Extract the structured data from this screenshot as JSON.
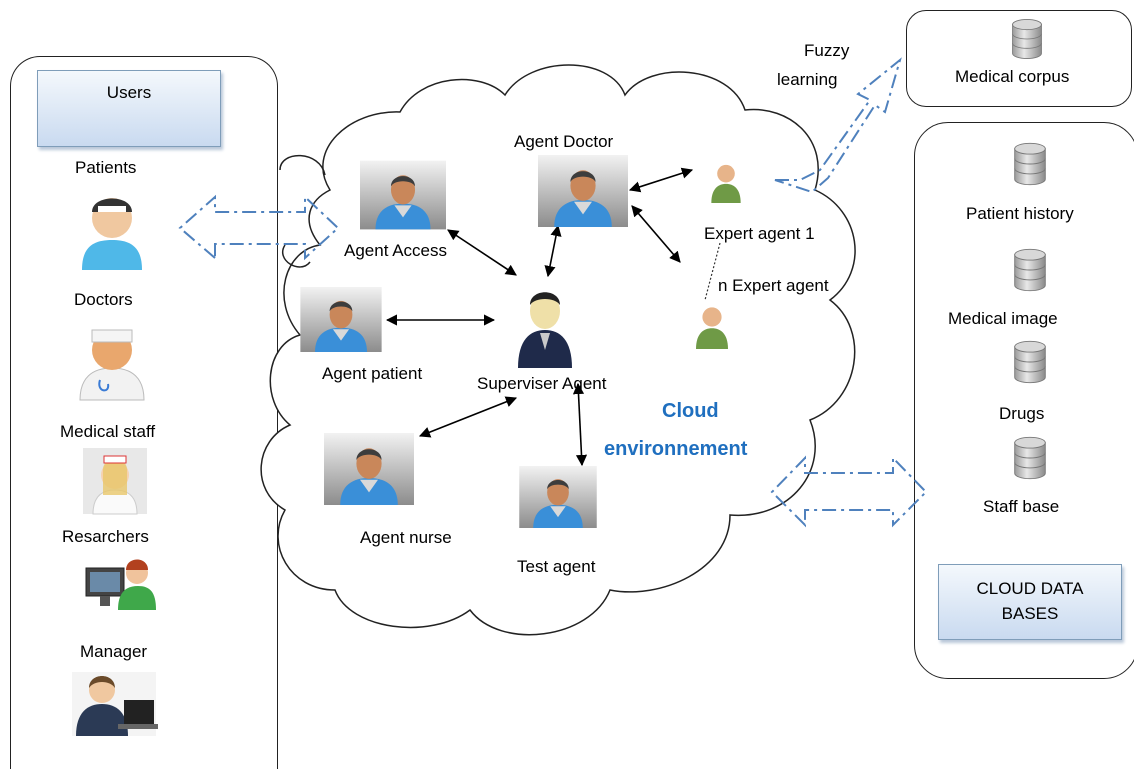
{
  "users_panel": {
    "header": "Users",
    "groups": [
      {
        "label": "Patients",
        "icon": "patient-icon"
      },
      {
        "label": "Doctors",
        "icon": "doctor-icon"
      },
      {
        "label": "Medical staff",
        "icon": "nurse-icon"
      },
      {
        "label": "Resarchers",
        "icon": "researcher-icon"
      },
      {
        "label": "Manager",
        "icon": "manager-icon"
      }
    ]
  },
  "cloud": {
    "title_line1": "Cloud",
    "title_line2": "environnement",
    "agents": {
      "doctor": "Agent Doctor",
      "access": "Agent Access",
      "patient": "Agent patient",
      "nurse": "Agent nurse",
      "supervisor": "Superviser Agent",
      "test": "Test agent",
      "expert1": "Expert agent 1",
      "expert_n": "n Expert agent"
    }
  },
  "fuzzy": {
    "line1": "Fuzzy",
    "line2": "learning"
  },
  "medical_corpus": {
    "label": "Medical corpus"
  },
  "databases_panel": {
    "items": [
      "Patient history",
      "Medical image",
      "Drugs",
      "Staff base"
    ],
    "footer_line1": "CLOUD  DATA",
    "footer_line2": "BASES"
  },
  "colors": {
    "arrow_blue": "#4f81bd",
    "cloud_text": "#1f6fbf",
    "box_border": "#7f9db9"
  }
}
